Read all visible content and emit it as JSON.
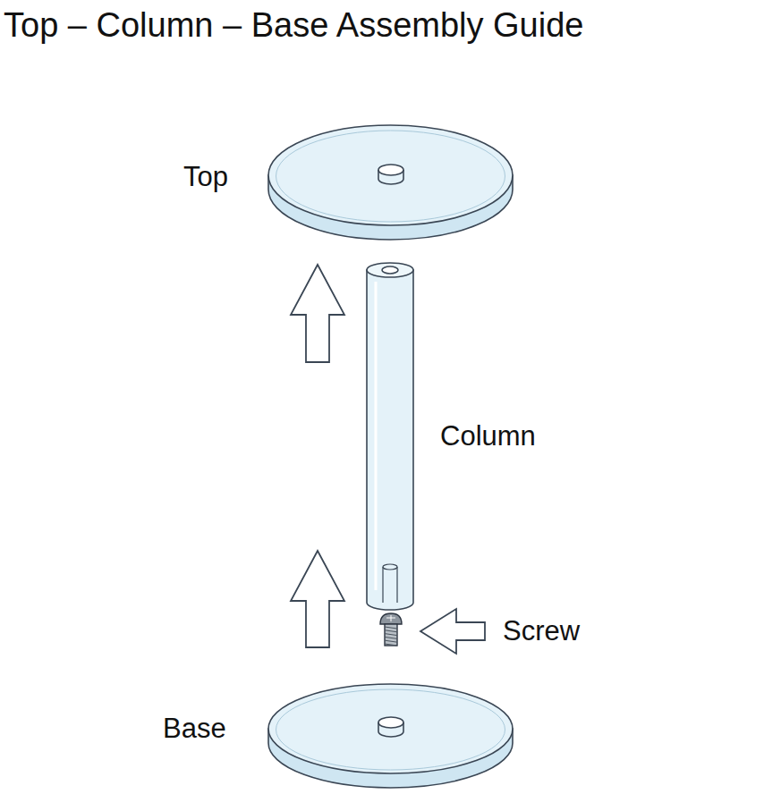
{
  "diagram": {
    "title": "Top – Column – Base Assembly Guide",
    "labels": [
      "Top",
      "Column",
      "Screw",
      "Base"
    ]
  }
}
